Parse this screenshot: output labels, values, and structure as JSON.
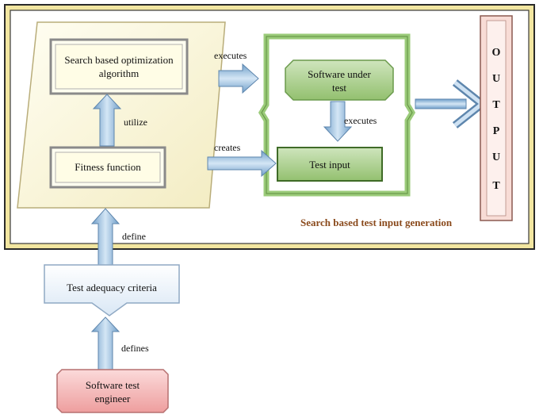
{
  "diagram": {
    "boxes": {
      "search_algorithm": {
        "lines": [
          "Search based optimization",
          "algorithm"
        ]
      },
      "fitness_function": "Fitness function",
      "software_under_test": {
        "lines": [
          "Software under",
          "test"
        ]
      },
      "test_input": "Test input",
      "test_adequacy_criteria": "Test adequacy criteria",
      "software_test_engineer": {
        "lines": [
          "Software test",
          "engineer"
        ]
      }
    },
    "output_letters": [
      "O",
      "U",
      "T",
      "P",
      "U",
      "T"
    ],
    "region_label": "Search based test input generation",
    "edge_labels": {
      "executes_top": "executes",
      "utilize": "utilize",
      "creates": "creates",
      "executes_inner": "executes",
      "define": "define",
      "defines": "defines"
    }
  },
  "colors": {
    "outer_frame": "#f2e6a0",
    "panel_fill": "#fbf7dc",
    "sut_green": "#a8d08d",
    "arrow_blue": "#9cc3e6",
    "output_pink": "#f8dcd6",
    "engineer_pink": "#f4b6b6",
    "region_label": "#8a4a1c"
  }
}
